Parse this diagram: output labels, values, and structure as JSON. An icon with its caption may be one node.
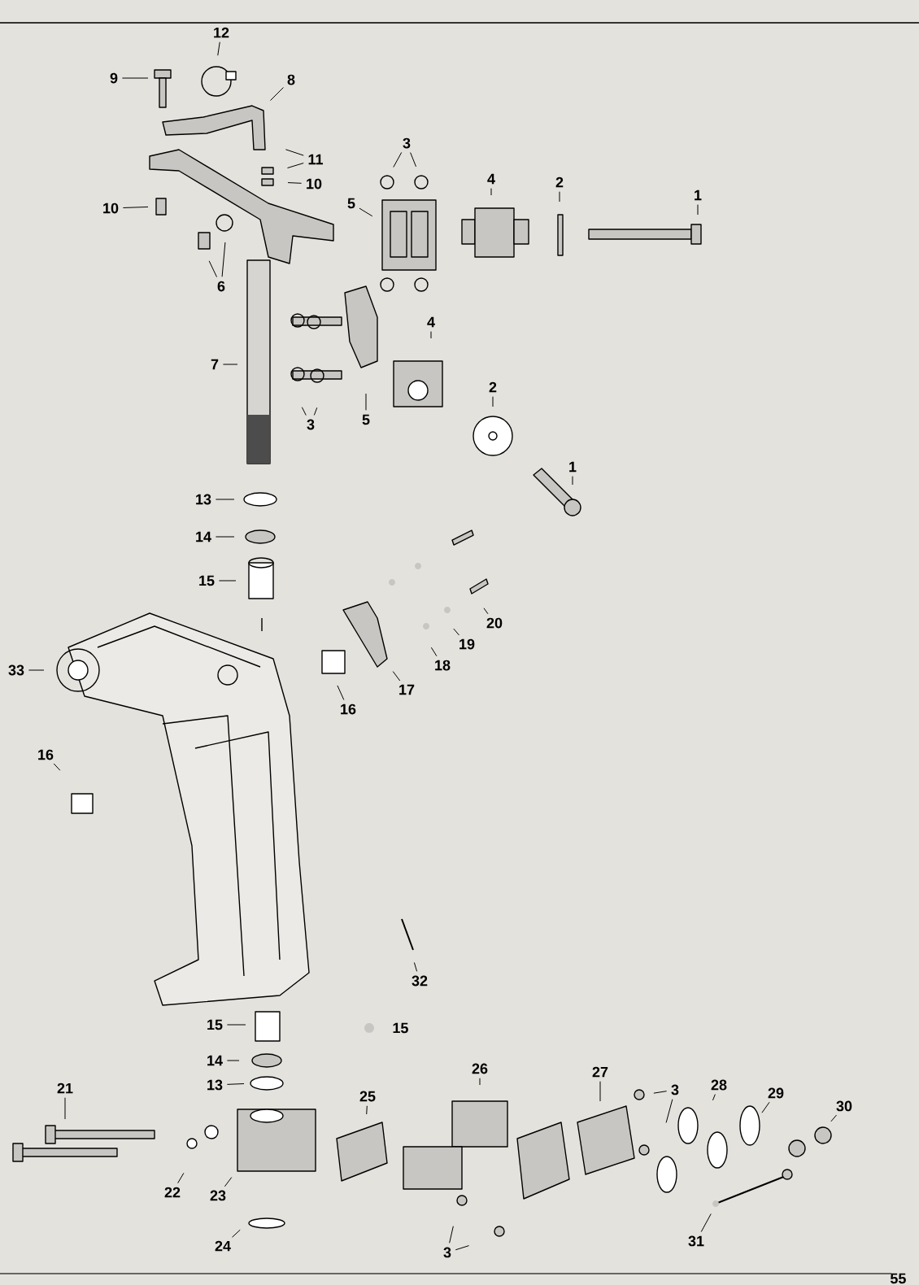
{
  "diagram": {
    "nodes": [
      {
        "text": [
          "12"
        ]
      },
      {
        "text": [
          "9"
        ]
      },
      {
        "text": [
          "8"
        ]
      },
      {
        "text": [
          "11"
        ]
      },
      {
        "text": [
          "10"
        ]
      },
      {
        "text": [
          "10"
        ]
      },
      {
        "text": [
          "6"
        ]
      },
      {
        "text": [
          "3"
        ]
      },
      {
        "text": [
          "5"
        ]
      },
      {
        "text": [
          "4"
        ]
      },
      {
        "text": [
          "2"
        ]
      },
      {
        "text": [
          "1"
        ]
      },
      {
        "text": [
          "7"
        ]
      },
      {
        "text": [
          "3"
        ]
      },
      {
        "text": [
          "5"
        ]
      },
      {
        "text": [
          "4"
        ]
      },
      {
        "text": [
          "2"
        ]
      },
      {
        "text": [
          "1"
        ]
      },
      {
        "text": [
          "13"
        ]
      },
      {
        "text": [
          "14"
        ]
      },
      {
        "text": [
          "15"
        ]
      },
      {
        "text": [
          "33"
        ]
      },
      {
        "text": [
          "16"
        ]
      },
      {
        "text": [
          "17"
        ]
      },
      {
        "text": [
          "18"
        ]
      },
      {
        "text": [
          "19"
        ]
      },
      {
        "text": [
          "20"
        ]
      },
      {
        "text": [
          "16"
        ]
      },
      {
        "text": [
          "32"
        ]
      },
      {
        "text": [
          "15"
        ]
      },
      {
        "text": [
          "14"
        ]
      },
      {
        "text": [
          "13"
        ]
      },
      {
        "text": [
          "21"
        ]
      },
      {
        "text": [
          "22"
        ]
      },
      {
        "text": [
          "23"
        ]
      },
      {
        "text": [
          "24"
        ]
      },
      {
        "text": [
          "25"
        ]
      },
      {
        "text": [
          "26"
        ]
      },
      {
        "text": [
          "27"
        ]
      },
      {
        "text": [
          "3"
        ]
      },
      {
        "text": [
          "28"
        ]
      },
      {
        "text": [
          "29"
        ]
      },
      {
        "text": [
          "30"
        ]
      },
      {
        "text": [
          "31"
        ]
      },
      {
        "text": [
          "3"
        ]
      }
    ],
    "edges": [
      {
        "from": 0,
        "to": null,
        "arrow": "none"
      },
      {
        "from": 1,
        "to": null,
        "arrow": "none"
      },
      {
        "from": 2,
        "to": null,
        "arrow": "none"
      },
      {
        "from": 3,
        "to": null,
        "arrow": "none"
      },
      {
        "from": 3,
        "to": null,
        "arrow": "none"
      },
      {
        "from": 4,
        "to": null,
        "arrow": "none"
      },
      {
        "from": 5,
        "to": null,
        "arrow": "none"
      },
      {
        "from": 6,
        "to": null,
        "arrow": "none"
      },
      {
        "from": 6,
        "to": null,
        "arrow": "none"
      },
      {
        "from": 7,
        "to": null,
        "arrow": "none"
      },
      {
        "from": 7,
        "to": null,
        "arrow": "none"
      },
      {
        "from": 8,
        "to": null,
        "arrow": "none"
      },
      {
        "from": 9,
        "to": null,
        "arrow": "none"
      },
      {
        "from": 10,
        "to": null,
        "arrow": "none"
      },
      {
        "from": 11,
        "to": null,
        "arrow": "none"
      },
      {
        "from": 12,
        "to": null,
        "arrow": "none"
      },
      {
        "from": 13,
        "to": null,
        "arrow": "none"
      },
      {
        "from": 13,
        "to": null,
        "arrow": "none"
      },
      {
        "from": 14,
        "to": null,
        "arrow": "none"
      },
      {
        "from": 15,
        "to": null,
        "arrow": "none"
      },
      {
        "from": 16,
        "to": null,
        "arrow": "none"
      },
      {
        "from": 17,
        "to": null,
        "arrow": "none"
      },
      {
        "from": 18,
        "to": null,
        "arrow": "none"
      },
      {
        "from": 19,
        "to": null,
        "arrow": "none"
      },
      {
        "from": 20,
        "to": null,
        "arrow": "none"
      },
      {
        "from": 21,
        "to": null,
        "arrow": "none"
      },
      {
        "from": 22,
        "to": null,
        "arrow": "none"
      },
      {
        "from": 23,
        "to": null,
        "arrow": "none"
      },
      {
        "from": 24,
        "to": null,
        "arrow": "none"
      },
      {
        "from": 25,
        "to": null,
        "arrow": "none"
      },
      {
        "from": 26,
        "to": null,
        "arrow": "none"
      },
      {
        "from": 27,
        "to": null,
        "arrow": "none"
      },
      {
        "from": 28,
        "to": null,
        "arrow": "none"
      },
      {
        "from": 29,
        "to": null,
        "arrow": "none"
      },
      {
        "from": 30,
        "to": null,
        "arrow": "none"
      },
      {
        "from": 31,
        "to": null,
        "arrow": "none"
      },
      {
        "from": 32,
        "to": null,
        "arrow": "none"
      },
      {
        "from": 33,
        "to": null,
        "arrow": "none"
      },
      {
        "from": 34,
        "to": null,
        "arrow": "none"
      },
      {
        "from": 35,
        "to": null,
        "arrow": "none"
      },
      {
        "from": 36,
        "to": null,
        "arrow": "none"
      },
      {
        "from": 37,
        "to": null,
        "arrow": "none"
      },
      {
        "from": 38,
        "to": null,
        "arrow": "none"
      },
      {
        "from": 39,
        "to": null,
        "arrow": "none"
      },
      {
        "from": 39,
        "to": null,
        "arrow": "none"
      },
      {
        "from": 40,
        "to": null,
        "arrow": "none"
      },
      {
        "from": 41,
        "to": null,
        "arrow": "none"
      },
      {
        "from": 42,
        "to": null,
        "arrow": "none"
      },
      {
        "from": 43,
        "to": null,
        "arrow": "none"
      },
      {
        "from": 44,
        "to": null,
        "arrow": "none"
      },
      {
        "from": 44,
        "to": null,
        "arrow": "none"
      }
    ],
    "labels": [
      "15",
      "55"
    ]
  }
}
